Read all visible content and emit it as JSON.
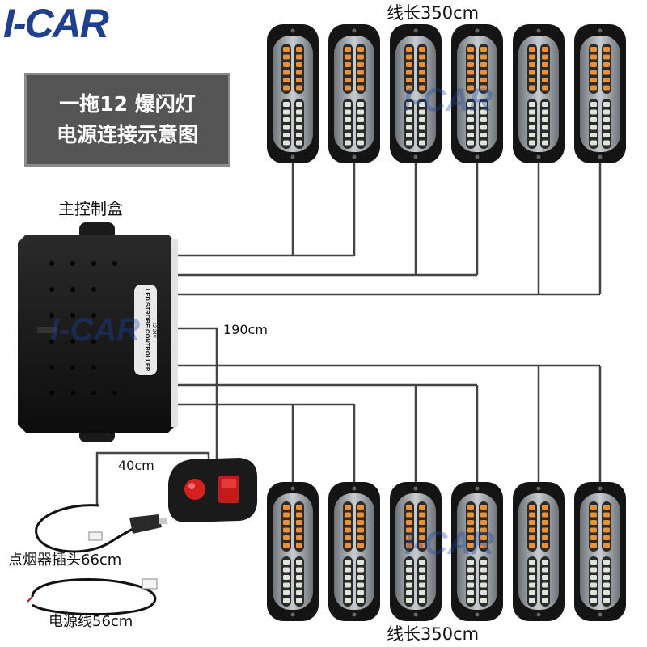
{
  "brand": {
    "logo_text": "I-CAR"
  },
  "title": {
    "line1": "一拖12 爆闪灯",
    "line2": "电源连接示意图"
  },
  "labels": {
    "controller_box": "主控制盒",
    "top_wire_length": "线长350cm",
    "bottom_wire_length": "线长350cm",
    "switch_wire": "190cm",
    "cigarette_wire": "40cm",
    "cigarette_plug": "点烟器插头66cm",
    "power_cable": "电源线56cm"
  },
  "controller": {
    "panel_text": "LED STROBE CONTROLLER",
    "voltage": "12-24V"
  },
  "lights": {
    "top_count": 6,
    "bottom_count": 6
  },
  "colors": {
    "brand": "#1f3f8f",
    "title_bg": "#555555",
    "wire": "#444444",
    "amber_led": "#e8913a",
    "white_led": "#dfe3d8",
    "switch_red": "#d42020"
  }
}
